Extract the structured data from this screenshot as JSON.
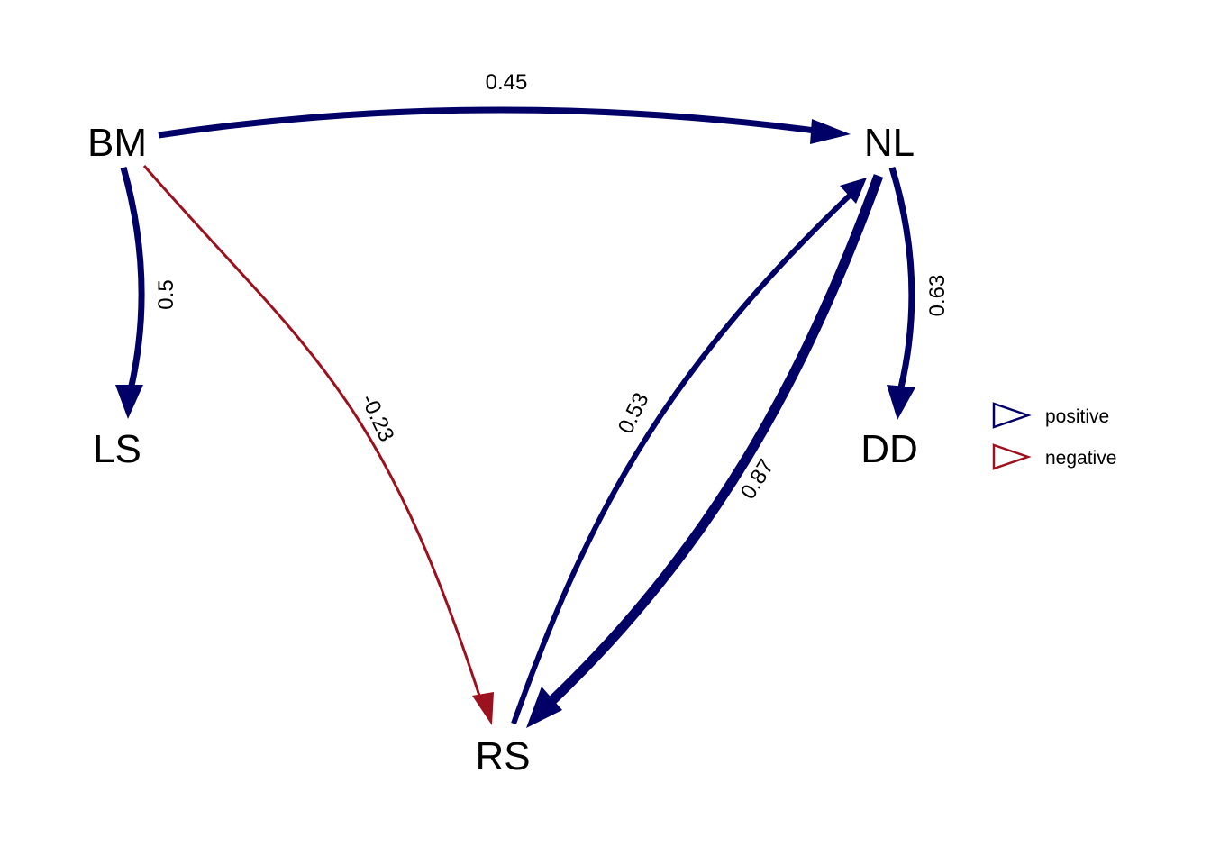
{
  "diagram": {
    "nodes": [
      {
        "id": "BM",
        "label": "BM"
      },
      {
        "id": "NL",
        "label": "NL"
      },
      {
        "id": "LS",
        "label": "LS"
      },
      {
        "id": "DD",
        "label": "DD"
      },
      {
        "id": "RS",
        "label": "RS"
      }
    ],
    "edges": [
      {
        "from": "BM",
        "to": "NL",
        "label": "0.45",
        "value": 0.45,
        "sign": "positive"
      },
      {
        "from": "BM",
        "to": "LS",
        "label": "0.5",
        "value": 0.5,
        "sign": "positive"
      },
      {
        "from": "BM",
        "to": "RS",
        "label": "-0.23",
        "value": -0.23,
        "sign": "negative"
      },
      {
        "from": "RS",
        "to": "NL",
        "label": "0.53",
        "value": 0.53,
        "sign": "positive"
      },
      {
        "from": "NL",
        "to": "RS",
        "label": "0.87",
        "value": 0.87,
        "sign": "positive"
      },
      {
        "from": "NL",
        "to": "DD",
        "label": "0.63",
        "value": 0.63,
        "sign": "positive"
      }
    ],
    "legend": [
      {
        "label": "positive",
        "color": "#000066"
      },
      {
        "label": "negative",
        "color": "#9b111e"
      }
    ],
    "colors": {
      "positive": "#000066",
      "negative": "#9b111e"
    }
  }
}
